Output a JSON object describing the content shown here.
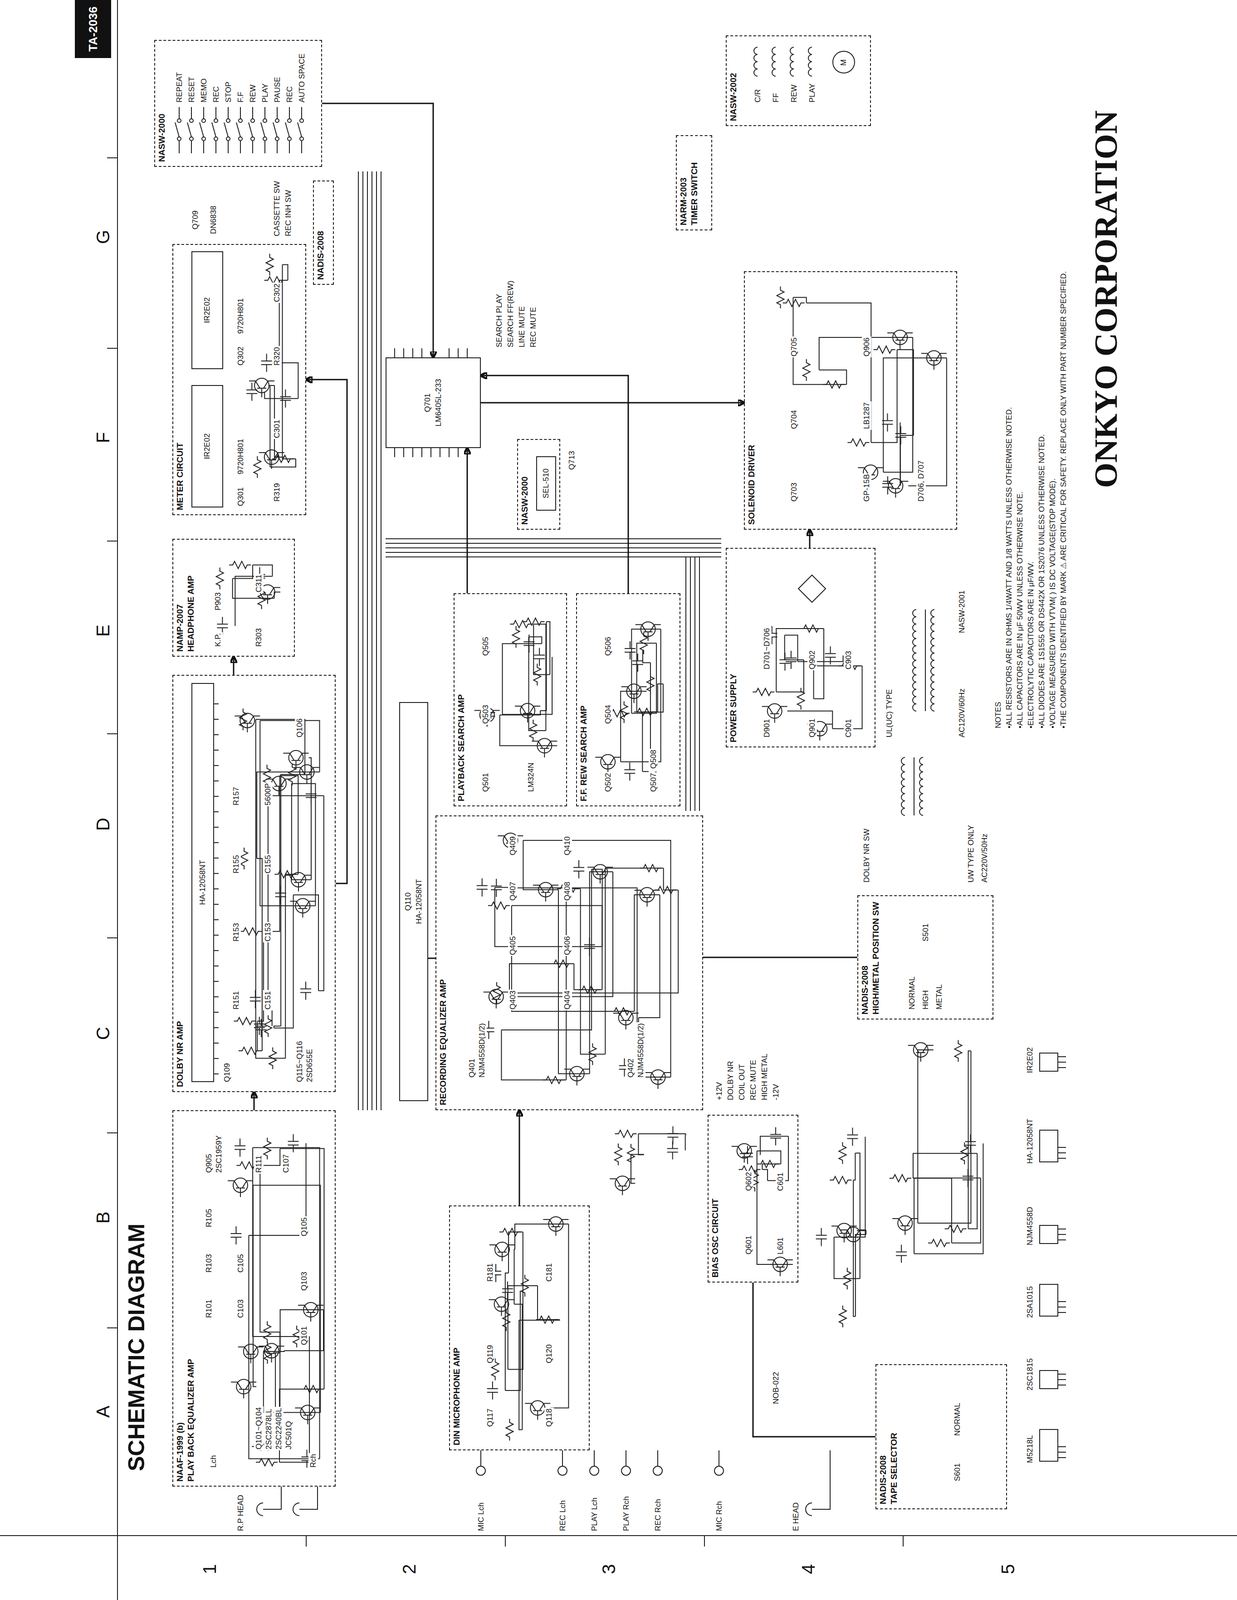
{
  "diagram": {
    "title": "SCHEMATIC DIAGRAM",
    "nodes": [
      {
        "text": [
          "NAAF-1999 (b)",
          "PLAY BACK EQUALIZER AMP"
        ]
      },
      {
        "text": [
          "DOLBY NR AMP"
        ]
      },
      {
        "text": [
          "HA-12058NT"
        ],
        "in": 1
      },
      {
        "text": [
          "NAMP-2007",
          "HEADPHONE AMP"
        ]
      },
      {
        "text": [
          "METER CIRCUIT"
        ]
      },
      {
        "text": [
          "IR2E02"
        ],
        "in": 4
      },
      {
        "text": [
          "IR2E02"
        ],
        "in": 4
      },
      {
        "text": [
          "NADIS-2008"
        ]
      },
      {
        "text": [
          "NASW-2000"
        ]
      },
      {
        "text": [
          "Q701",
          "LM6405L-233"
        ]
      },
      {
        "text": [
          "NASW-2000"
        ]
      },
      {
        "text": [
          "SEL-510"
        ],
        "in": 10
      },
      {
        "text": [
          "NARM-2003",
          "TIMER SWITCH"
        ]
      },
      {
        "text": [
          "NASW-2002"
        ]
      },
      {
        "text": [
          "SOLENOID DRIVER"
        ]
      },
      {
        "text": [
          "POWER SUPPLY"
        ]
      },
      {
        "text": [
          "PLAYBACK SEARCH AMP"
        ]
      },
      {
        "text": [
          "F.F. REW SEARCH AMP"
        ]
      },
      {
        "text": [
          "Q110",
          "HA-12058NT"
        ]
      },
      {
        "text": [
          "RECORDING EQUALIZER AMP"
        ]
      },
      {
        "text": [
          "DIN MICROPHONE AMP"
        ]
      },
      {
        "text": [
          "BIAS OSC CIRCUIT"
        ]
      },
      {
        "text": [
          "NADIS-2008",
          "TAPE SELECTOR"
        ]
      },
      {
        "text": [
          "NADIS-2008",
          "HIGH/METAL POSITION SW"
        ]
      },
      {
        "text": [
          "TA-2036"
        ]
      }
    ],
    "edges": [
      {
        "from": 0,
        "to": 1,
        "arrow": "to"
      },
      {
        "from": 1,
        "to": 3,
        "arrow": "to"
      },
      {
        "from": 1,
        "to": 4,
        "arrow": "to"
      },
      {
        "from": 20,
        "to": 19,
        "arrow": "to"
      },
      {
        "from": 8,
        "to": 9,
        "arrow": "to"
      },
      {
        "from": 9,
        "to": 14,
        "arrow": "to"
      },
      {
        "from": 16,
        "to": 9,
        "arrow": "to"
      },
      {
        "from": 17,
        "to": 9,
        "arrow": "to"
      },
      {
        "from": 15,
        "to": 14,
        "arrow": "to"
      },
      {
        "from": 18,
        "to": 19,
        "arrow": "none"
      },
      {
        "from": 21,
        "to": 22,
        "arrow": "none"
      },
      {
        "from": 23,
        "to": 19,
        "arrow": "none"
      }
    ],
    "labels": [
      "A",
      "B",
      "C",
      "D",
      "E",
      "F",
      "G",
      "1",
      "2",
      "3",
      "4",
      "5",
      "R.P HEAD",
      "Lch",
      "Rch",
      "Q101~Q104",
      "2SC2878LL",
      "2SC2240BL",
      "JC501Q",
      "R101",
      "R103",
      "R105",
      "C103",
      "C105",
      "Q101",
      "Q103",
      "Q105",
      "Q905",
      "2SC1959Y",
      "R111",
      "C107",
      "Q109",
      "R151",
      "R153",
      "R155",
      "R157",
      "C151",
      "C153",
      "C155",
      "5600P",
      "Q115~Q116",
      "2SD655E",
      "Q106",
      "K.P.",
      "P903",
      "R303",
      "C311",
      "Q301",
      "9720H801",
      "Q302",
      "9720H801",
      "R319",
      "C301",
      "R320",
      "C302",
      "Q709",
      "DN6838",
      "CASSETTE SW",
      "REC INH SW",
      "REPEAT",
      "RESET",
      "MEMO",
      "REC",
      "STOP",
      "F.F",
      "REW",
      "PLAY",
      "PAUSE",
      "REC",
      "AUTO SPACE",
      "SEARCH PLAY",
      "SEARCH FF(REW)",
      "LINE MUTE",
      "REC MUTE",
      "Q713",
      "Q501",
      "Q503",
      "Q505",
      "LM324N",
      "Q502",
      "Q504",
      "Q506",
      "Q507, Q508",
      "Q401",
      "NJM4558D(1/2)",
      "Q403",
      "Q405",
      "Q407",
      "Q409",
      "Q404",
      "Q406",
      "Q408",
      "Q410",
      "Q402",
      "NJM4558D(1/2)",
      "+12V",
      "DOLBY NR",
      "COIL OUT",
      "REC MUTE",
      "HIGH METAL",
      "-12V",
      "Q117",
      "Q119",
      "Q118",
      "Q120",
      "R181",
      "C181",
      "MIC Lch",
      "REC Lch",
      "PLAY Lch",
      "PLAY Rch",
      "REC Rch",
      "MIC Rch",
      "E HEAD",
      "Q601",
      "Q602",
      "L601",
      "C601",
      "NOB-022",
      "S601",
      "NORMAL",
      "NORMAL",
      "HIGH",
      "METAL",
      "S501",
      "DOLBY NR SW",
      "UW TYPE ONLY",
      "AC220V/50Hz",
      "D901",
      "D701~D706",
      "Q901",
      "Q902",
      "C901",
      "C903",
      "UL(UC) TYPE",
      "AC120V/60Hz",
      "NASW-2001",
      "Q703",
      "Q704",
      "Q705",
      "GP-15B",
      "LB1287",
      "Q906",
      "D706, D707",
      "C/R",
      "FF",
      "REW",
      "PLAY",
      "M",
      "NOTES",
      "•ALL RESISTORS ARE IN OHMS 1/4WATT AND 1/8 WATTS UNLESS OTHERWISE NOTED.",
      "•ALL CAPACITORS ARE IN μF 50WV UNLESS OTHERWISE NOTE.",
      "•ELECTROLYTIC CAPACITORS ARE IN μF/WV.",
      "•ALL DIODES ARE 1S1555 OR DS442X OR 1S2076 UNLESS OTHERWISE NOTED.",
      "•VOLTAGE MEASURED WITH VTVM( ) IS DC VOLTAGE(STOP MODE).",
      "•THE COMPONENTS IDENTIFIED BY MARK ⚠ ARE CRITICAL FOR SAFETY. REPLACE ONLY WITH PART NUMBER SPECIFIED.",
      "M5218L",
      "2SC1815",
      "2SA1015",
      "NJM4558D",
      "HA-12058NT",
      "IR2E02",
      "ONKYO CORPORATION"
    ]
  }
}
